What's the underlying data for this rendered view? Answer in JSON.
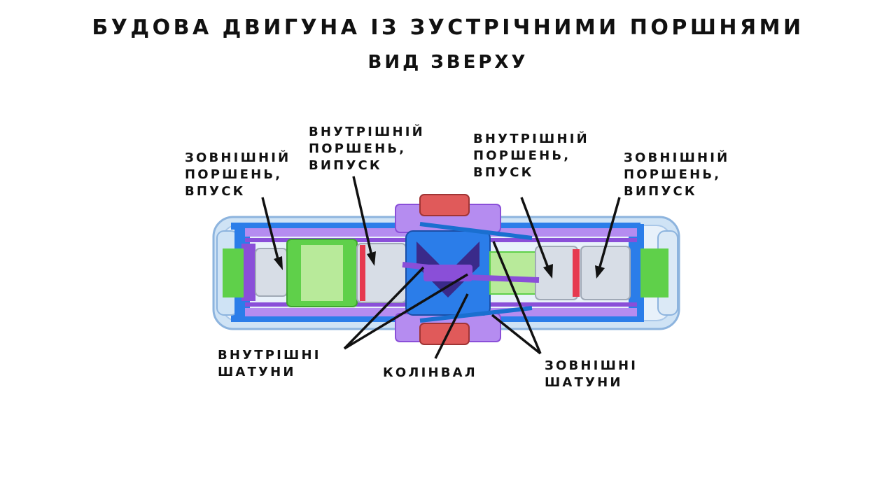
{
  "title": "БУДОВА ДВИГУНА ІЗ ЗУСТРІЧНИМИ ПОРШНЯМИ",
  "subtitle": "ВИД ЗВЕРХУ",
  "labels": {
    "outer_piston_intake_left": [
      "ЗОВНІШНІЙ",
      "ПОРШЕНЬ,",
      "ВПУСК"
    ],
    "inner_piston_exhaust": [
      "ВНУТРІШНІЙ",
      "ПОРШЕНЬ,",
      "ВИПУСК"
    ],
    "inner_piston_intake": [
      "ВНУТРІШНІЙ",
      "ПОРШЕНЬ,",
      "ВПУСК"
    ],
    "outer_piston_exhaust_right": [
      "ЗОВНІШНІЙ",
      "ПОРШЕНЬ,",
      "ВИПУСК"
    ],
    "inner_connecting_rods": [
      "ВНУТРІШНІ",
      "ШАТУНИ"
    ],
    "crankshaft": [
      "КОЛІНВАЛ"
    ],
    "outer_connecting_rods": [
      "ЗОВНІШНІ",
      "ШАТУНИ"
    ]
  },
  "colors": {
    "housing": "#cfe3f5",
    "housing_edge": "#1a6fd0",
    "blue_frame": "#2b7de9",
    "purple": "#8a4fd8",
    "light_purple": "#b58cf0",
    "green": "#5fd04a",
    "light_green": "#b8ea9a",
    "piston_silver": "#d7dde6",
    "red_ring": "#e6394f",
    "dark_purple": "#3a2a8a",
    "arrow": "#111111"
  }
}
